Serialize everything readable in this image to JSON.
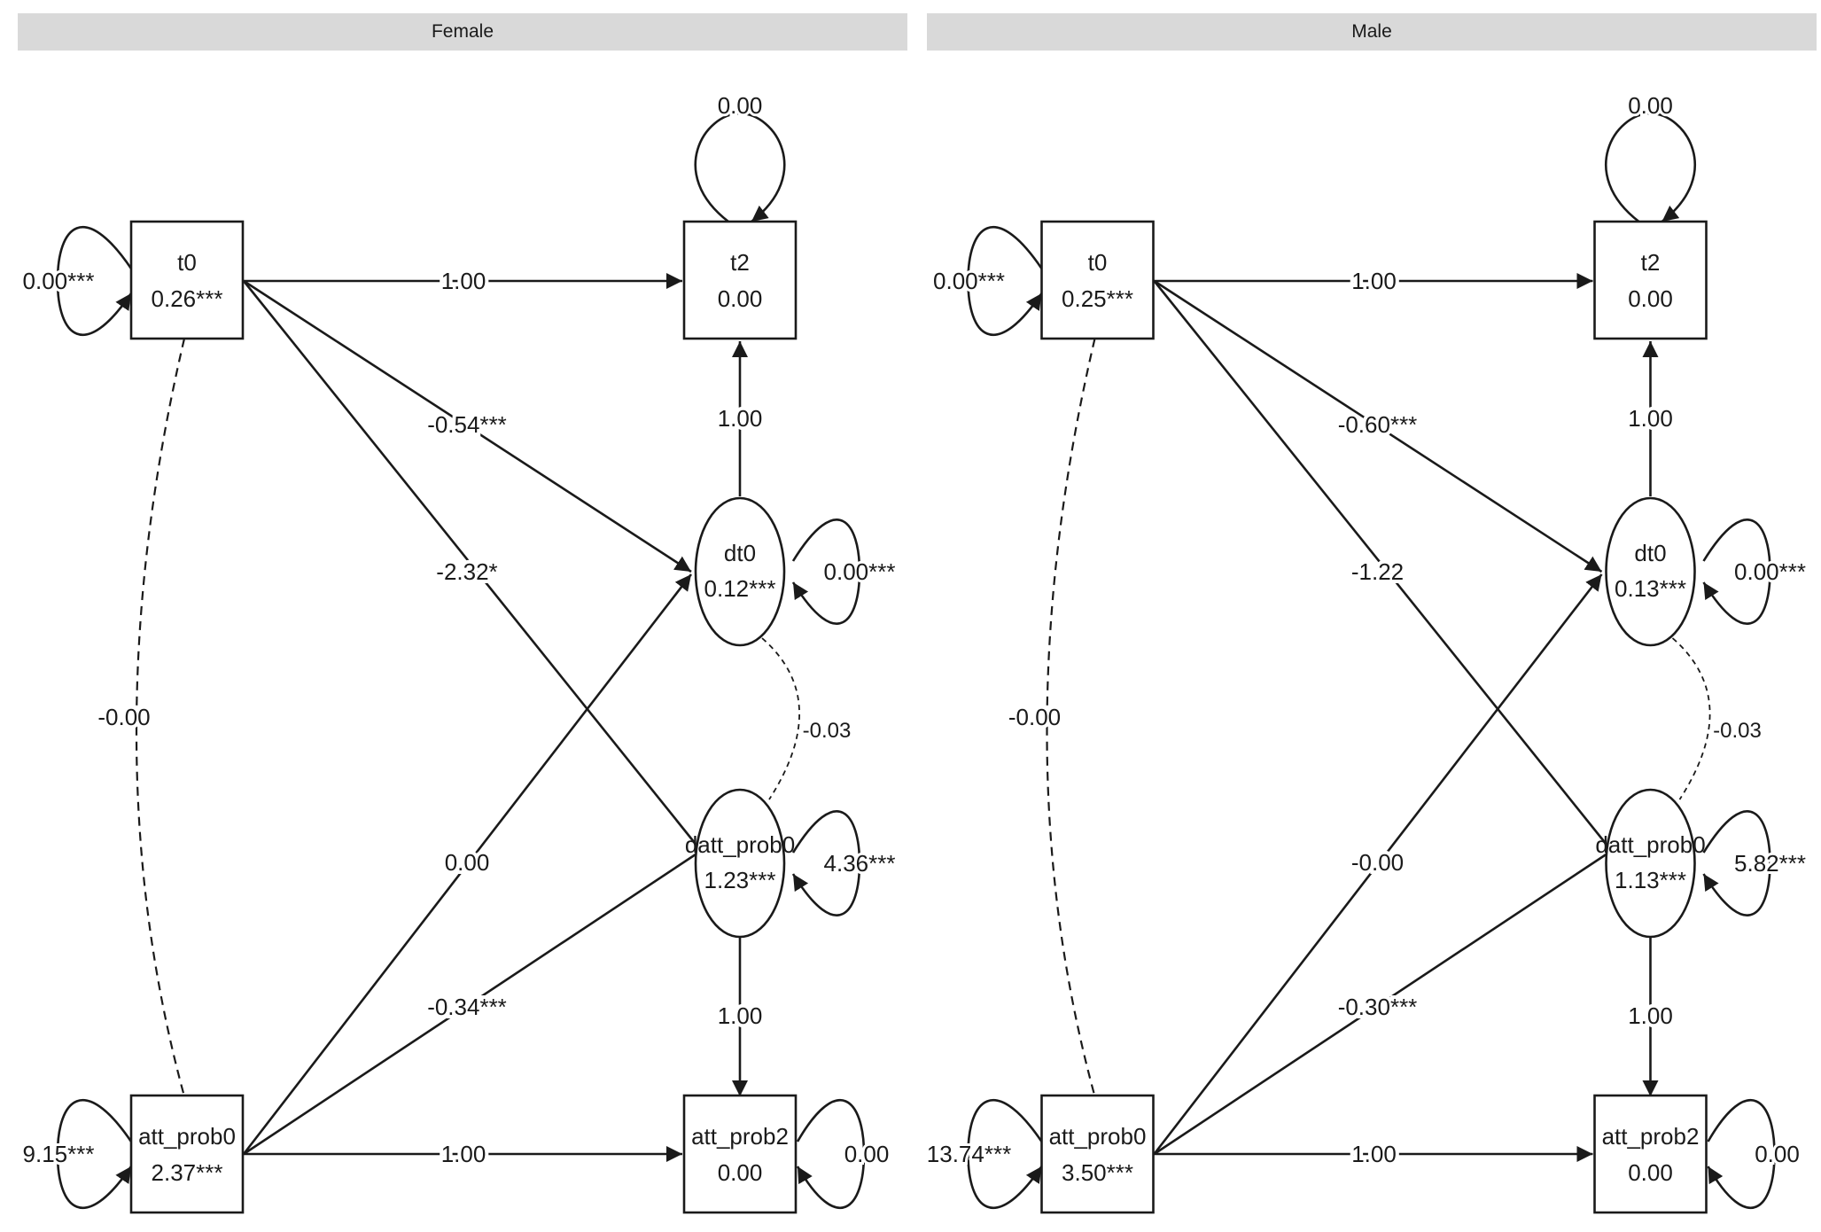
{
  "panels": [
    {
      "strip": "Female",
      "nodes": {
        "t0": {
          "name": "t0",
          "value": "0.26***"
        },
        "t2": {
          "name": "t2",
          "value": "0.00"
        },
        "dt0": {
          "name": "dt0",
          "value": "0.12***"
        },
        "datt_prob0": {
          "name": "datt_prob0",
          "value": "1.23***"
        },
        "att_prob0": {
          "name": "att_prob0",
          "value": "2.37***"
        },
        "att_prob2": {
          "name": "att_prob2",
          "value": "0.00"
        }
      },
      "variances": {
        "t0": "0.00***",
        "t2": "0.00",
        "dt0": "0.00***",
        "datt_prob0": "4.36***",
        "att_prob0": "9.15***",
        "att_prob2": "0.00"
      },
      "paths": {
        "t0_t2": "1.00",
        "t0_dt0": "-0.54***",
        "t0_datt": "-2.32*",
        "dt0_t2": "1.00",
        "att_dt0": "0.00",
        "datt_att": "-0.34***",
        "datt_att2": "1.00",
        "att_att2": "1.00",
        "cov_t0_att": "-0.00",
        "cov_dt0_datt": "-0.03"
      }
    },
    {
      "strip": "Male",
      "nodes": {
        "t0": {
          "name": "t0",
          "value": "0.25***"
        },
        "t2": {
          "name": "t2",
          "value": "0.00"
        },
        "dt0": {
          "name": "dt0",
          "value": "0.13***"
        },
        "datt_prob0": {
          "name": "datt_prob0",
          "value": "1.13***"
        },
        "att_prob0": {
          "name": "att_prob0",
          "value": "3.50***"
        },
        "att_prob2": {
          "name": "att_prob2",
          "value": "0.00"
        }
      },
      "variances": {
        "t0": "0.00***",
        "t2": "0.00",
        "dt0": "0.00***",
        "datt_prob0": "5.82***",
        "att_prob0": "13.74***",
        "att_prob2": "0.00"
      },
      "paths": {
        "t0_t2": "1.00",
        "t0_dt0": "-0.60***",
        "t0_datt": "-1.22",
        "dt0_t2": "1.00",
        "att_dt0": "-0.00",
        "datt_att": "-0.30***",
        "datt_att2": "1.00",
        "att_att2": "1.00",
        "cov_t0_att": "-0.00",
        "cov_dt0_datt": "-0.03"
      }
    }
  ]
}
